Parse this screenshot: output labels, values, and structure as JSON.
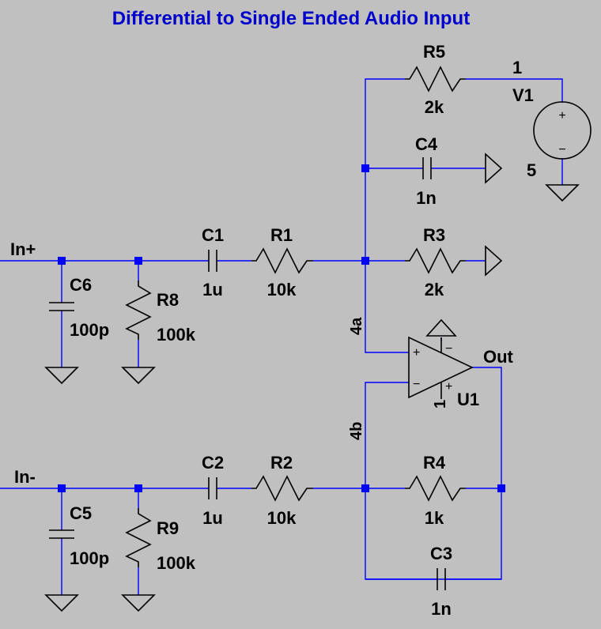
{
  "title": "Differential to Single Ended Audio Input",
  "colors": {
    "background": "#c0c0c0",
    "wire": "#0000ff",
    "component": "#000000",
    "title": "#0000cc"
  },
  "ports": {
    "in_plus": "In+",
    "in_minus": "In-",
    "out": "Out"
  },
  "components": {
    "R5": {
      "ref": "R5",
      "value": "2k"
    },
    "C4": {
      "ref": "C4",
      "value": "1n"
    },
    "R3": {
      "ref": "R3",
      "value": "2k"
    },
    "C1": {
      "ref": "C1",
      "value": "1u"
    },
    "R1": {
      "ref": "R1",
      "value": "10k"
    },
    "C6": {
      "ref": "C6",
      "value": "100p"
    },
    "R8": {
      "ref": "R8",
      "value": "100k"
    },
    "C2": {
      "ref": "C2",
      "value": "1u"
    },
    "R2": {
      "ref": "R2",
      "value": "10k"
    },
    "C5": {
      "ref": "C5",
      "value": "100p"
    },
    "R9": {
      "ref": "R9",
      "value": "100k"
    },
    "R4": {
      "ref": "R4",
      "value": "1k"
    },
    "C3": {
      "ref": "C3",
      "value": "1n"
    },
    "V1": {
      "ref": "V1",
      "value": "5",
      "node": "1",
      "plus": "+",
      "minus": "−"
    },
    "U1": {
      "ref": "U1",
      "pin_plus": "+",
      "pin_minus": "−",
      "supply_plus": "+",
      "supply_minus": "−",
      "pin_number": "1"
    }
  },
  "pin_labels": {
    "4a": "4a",
    "4b": "4b"
  }
}
